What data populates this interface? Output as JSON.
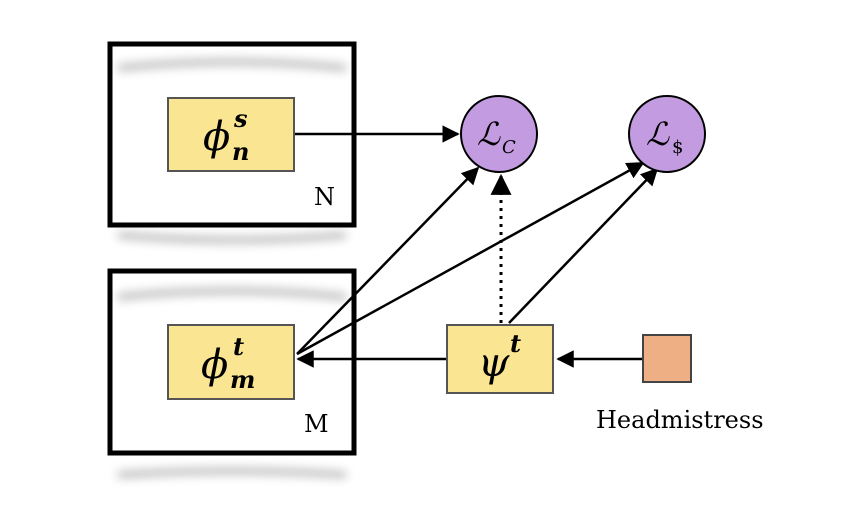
{
  "plates": {
    "top": {
      "label": "N"
    },
    "bottom": {
      "label": "M"
    }
  },
  "nodes": {
    "phi_s_n": {
      "base": "ϕ",
      "sup": "s",
      "sub": "n",
      "color": "#f9e592"
    },
    "phi_t_m": {
      "base": "ϕ",
      "sup": "t",
      "sub": "m",
      "color": "#f9e592"
    },
    "psi_t": {
      "base": "ψ",
      "sup": "t",
      "color": "#f9e592"
    },
    "loss_c": {
      "base": "ℒ",
      "sub": "C",
      "color": "#c39be0"
    },
    "loss_dollar": {
      "base": "ℒ",
      "sub": "$",
      "color": "#c39be0"
    },
    "headmistress": {
      "label": "Headmistress",
      "color": "#eeaf85"
    }
  },
  "edges": [
    {
      "from": "phi_s_n",
      "to": "loss_c",
      "style": "solid"
    },
    {
      "from": "phi_t_m",
      "to": "loss_c",
      "style": "solid"
    },
    {
      "from": "phi_t_m",
      "to": "loss_dollar",
      "style": "solid"
    },
    {
      "from": "psi_t",
      "to": "loss_c",
      "style": "dotted"
    },
    {
      "from": "psi_t",
      "to": "loss_dollar",
      "style": "solid"
    },
    {
      "from": "psi_t",
      "to": "phi_t_m",
      "style": "solid"
    },
    {
      "from": "headmistress",
      "to": "psi_t",
      "style": "solid"
    }
  ]
}
